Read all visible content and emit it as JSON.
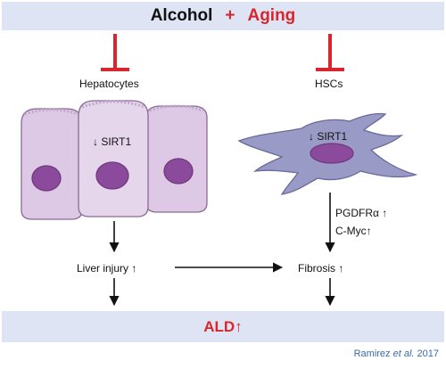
{
  "header": {
    "alcohol": "Alcohol",
    "plus": "+",
    "aging": "Aging",
    "color_black": "#111111",
    "color_red": "#d8262c"
  },
  "cells": {
    "hepatocytes_label": "Hepatocytes",
    "hepatocytes_marker": "↓ SIRT1",
    "hscs_label": "HSCs",
    "hscs_marker": "↓ SIRT1",
    "hepatocyte_color": "#e6d6ec",
    "nucleus_color": "#8c4a9c",
    "hsc_color": "#9a9ac6"
  },
  "pathway": {
    "pdgfr": "PGDFRα ↑",
    "cmyc": "C-Myc↑",
    "liver_injury": "Liver injury ↑",
    "fibrosis": "Fibrosis ↑"
  },
  "footer": {
    "ald": "ALD↑",
    "band_color": "#dfe4f4"
  },
  "citation": {
    "author": "Ramirez ",
    "etal": "et al.",
    "year": " 2017"
  }
}
